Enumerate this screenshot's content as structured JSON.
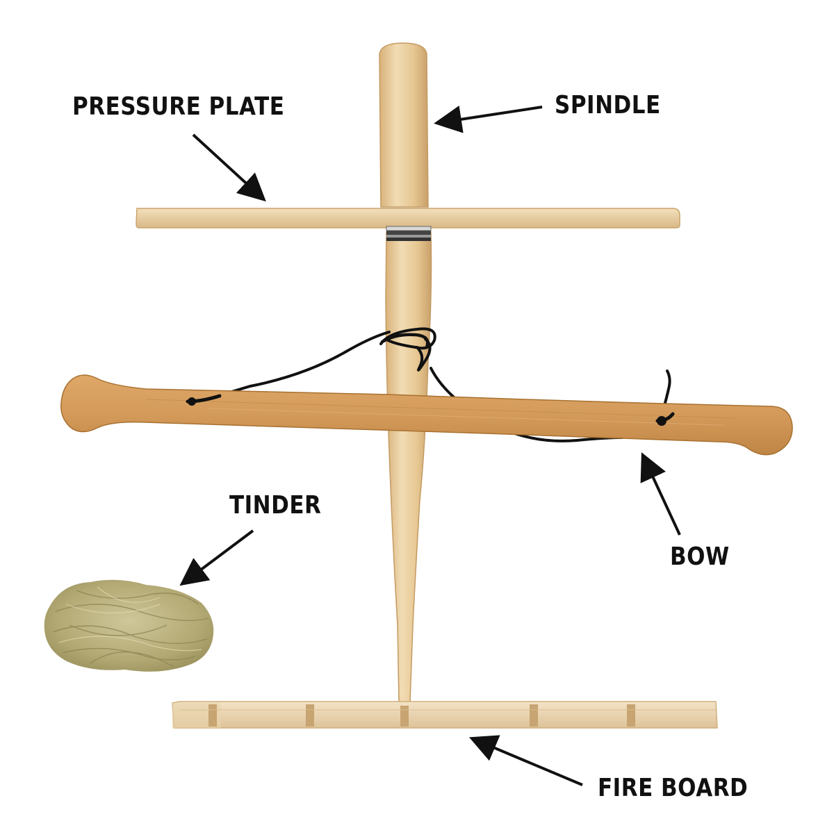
{
  "labels": {
    "pressure_plate": "PRESSURE PLATE",
    "spindle": "SPINDLE",
    "tinder": "TINDER",
    "bow": "BOW",
    "fire_board": "FIRE BOARD"
  },
  "colors": {
    "wood_light": "#e9cfa2",
    "wood_mid": "#d9b57d",
    "wood_bow": "#d39a5a",
    "wood_bow_dark": "#b87c3c",
    "cord": "#111111",
    "tinder": "#b7ae7c",
    "label_text": "#111111",
    "background": "#ffffff"
  }
}
